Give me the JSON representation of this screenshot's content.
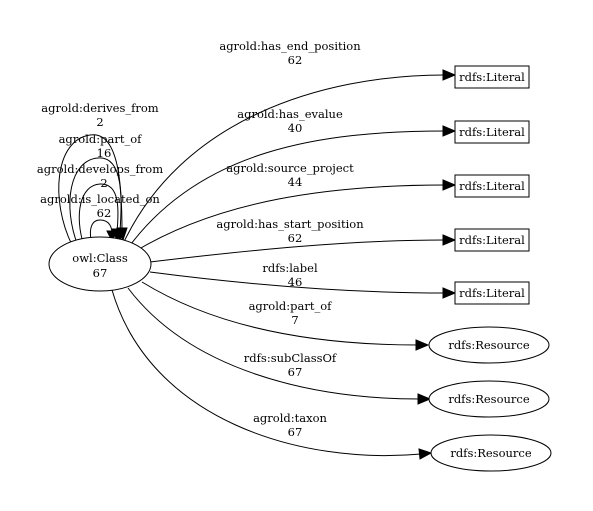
{
  "nodes": {
    "owl_class": {
      "label": "owl:Class",
      "count": "67"
    },
    "literal_1": {
      "label": "rdfs:Literal"
    },
    "literal_2": {
      "label": "rdfs:Literal"
    },
    "literal_3": {
      "label": "rdfs:Literal"
    },
    "literal_4": {
      "label": "rdfs:Literal"
    },
    "literal_5": {
      "label": "rdfs:Literal"
    },
    "resource_1": {
      "label": "rdfs:Resource"
    },
    "resource_2": {
      "label": "rdfs:Resource"
    },
    "resource_3": {
      "label": "rdfs:Resource"
    }
  },
  "edges": {
    "has_end_position": {
      "label": "agrold:has_end_position",
      "count": "62"
    },
    "has_evalue": {
      "label": "agrold:has_evalue",
      "count": "40"
    },
    "source_project": {
      "label": "agrold:source_project",
      "count": "44"
    },
    "has_start_position": {
      "label": "agrold:has_start_position",
      "count": "62"
    },
    "rdfs_label": {
      "label": "rdfs:label",
      "count": "46"
    },
    "part_of_resource": {
      "label": "agrold:part_of",
      "count": "7"
    },
    "subclassof": {
      "label": "rdfs:subClassOf",
      "count": "67"
    },
    "taxon": {
      "label": "agrold:taxon",
      "count": "67"
    },
    "derives_from": {
      "label": "agrold:derives_from",
      "count": "2"
    },
    "part_of_self": {
      "label": "agrold:part_of",
      "count": "16"
    },
    "develops_from": {
      "label": "agrold:develops_from",
      "count": "2"
    },
    "is_located_on": {
      "label": "agrold:is_located_on",
      "count": "62"
    }
  }
}
